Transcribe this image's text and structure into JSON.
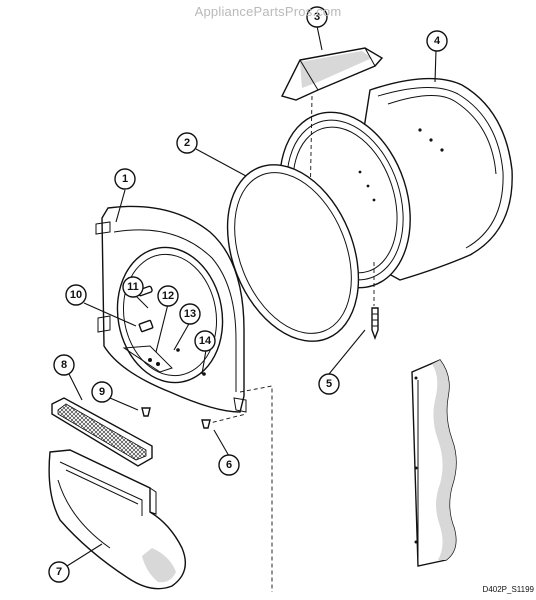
{
  "header": {
    "watermark": "AppliancePartsPros.com"
  },
  "footer": {
    "diagram_code": "D402P_S1199"
  },
  "callouts": [
    "1",
    "2",
    "3",
    "4",
    "5",
    "6",
    "7",
    "8",
    "9",
    "10",
    "11",
    "12",
    "13",
    "14"
  ],
  "colors": {
    "line": "#111111",
    "shade": "#d8d8d8",
    "watermark": "#b9b9b9"
  }
}
